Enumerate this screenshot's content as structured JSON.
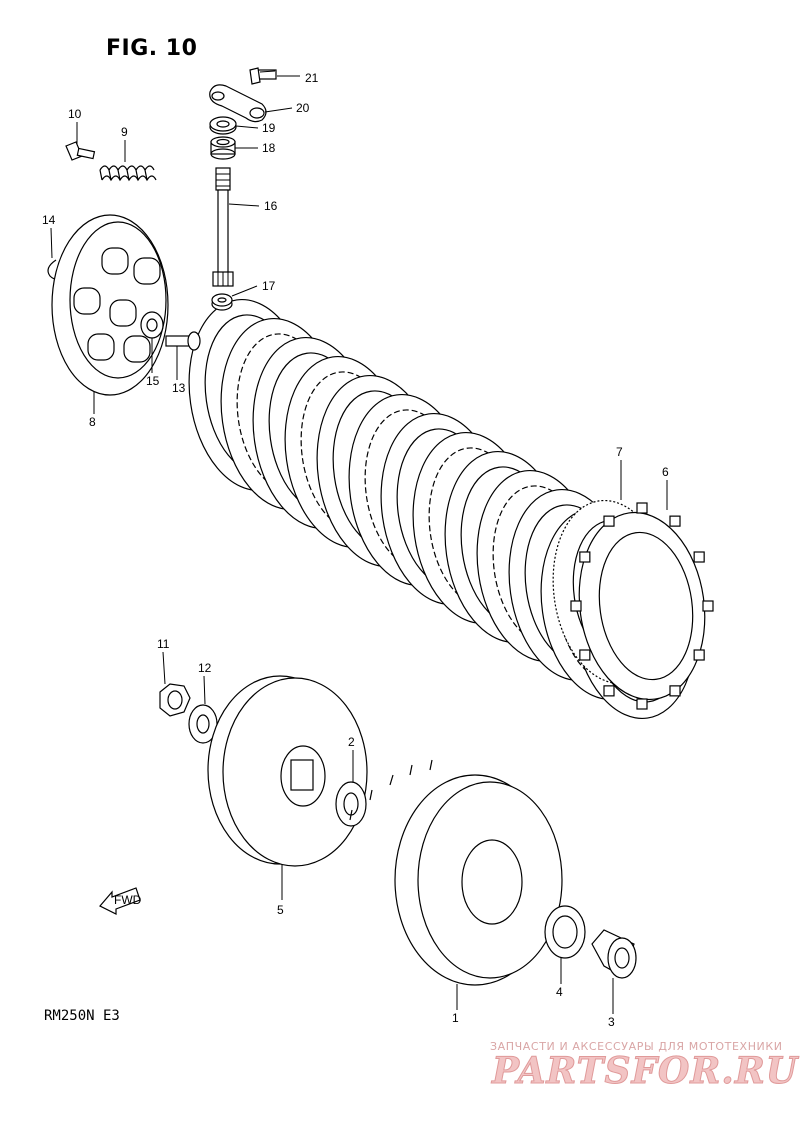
{
  "figure": {
    "title": "FIG. 10"
  },
  "model_code": "RM250N E3",
  "fwd_label": "FWD",
  "watermark": {
    "tagline": "ЗАПЧАСТИ И АКСЕССУАРЫ ДЛЯ МОТОТЕХНИКИ",
    "logo": "PARTSFOR.RU"
  },
  "callouts": [
    {
      "id": "callout-1",
      "label": "1"
    },
    {
      "id": "callout-2",
      "label": "2"
    },
    {
      "id": "callout-3",
      "label": "3"
    },
    {
      "id": "callout-4",
      "label": "4"
    },
    {
      "id": "callout-5",
      "label": "5"
    },
    {
      "id": "callout-6",
      "label": "6"
    },
    {
      "id": "callout-7",
      "label": "7"
    },
    {
      "id": "callout-8",
      "label": "8"
    },
    {
      "id": "callout-9",
      "label": "9"
    },
    {
      "id": "callout-10",
      "label": "10"
    },
    {
      "id": "callout-11",
      "label": "11"
    },
    {
      "id": "callout-12",
      "label": "12"
    },
    {
      "id": "callout-13",
      "label": "13"
    },
    {
      "id": "callout-14",
      "label": "14"
    },
    {
      "id": "callout-15",
      "label": "15"
    },
    {
      "id": "callout-16",
      "label": "16"
    },
    {
      "id": "callout-17",
      "label": "17"
    },
    {
      "id": "callout-18",
      "label": "18"
    },
    {
      "id": "callout-19",
      "label": "19"
    },
    {
      "id": "callout-20",
      "label": "20"
    },
    {
      "id": "callout-21",
      "label": "21"
    }
  ]
}
